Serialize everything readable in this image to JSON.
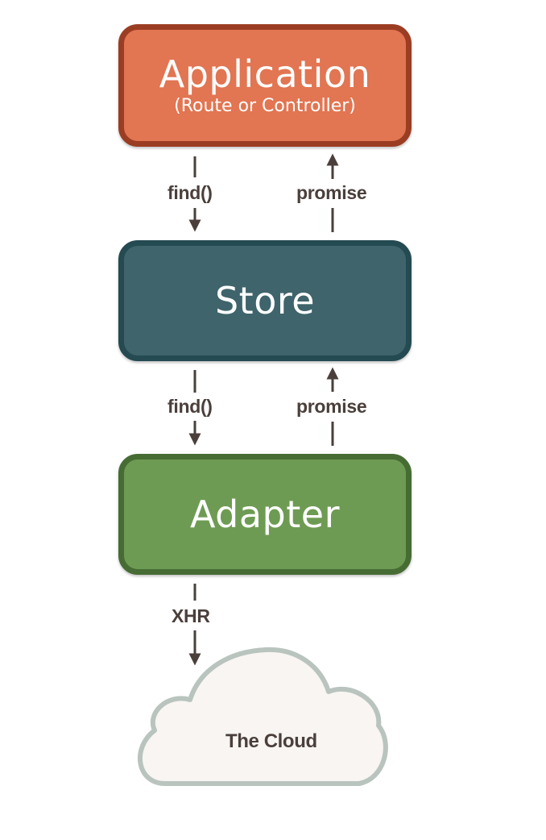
{
  "nodes": {
    "application": {
      "title": "Application",
      "subtitle": "(Route or Controller)",
      "fill": "#e27552",
      "border": "#9b3d23"
    },
    "store": {
      "title": "Store",
      "fill": "#3f646b",
      "border": "#244a52"
    },
    "adapter": {
      "title": "Adapter",
      "fill": "#6e9b53",
      "border": "#466c34"
    },
    "cloud": {
      "label": "The Cloud",
      "fill": "#f8f5f2",
      "border": "#b9c4bf"
    }
  },
  "edges": {
    "app_to_store": "find()",
    "store_to_app": "promise",
    "store_to_adapter": "find()",
    "adapter_to_store": "promise",
    "adapter_to_cloud": "XHR"
  },
  "colors": {
    "arrow": "#4a3f3b",
    "label_text": "#4a3f3b"
  }
}
